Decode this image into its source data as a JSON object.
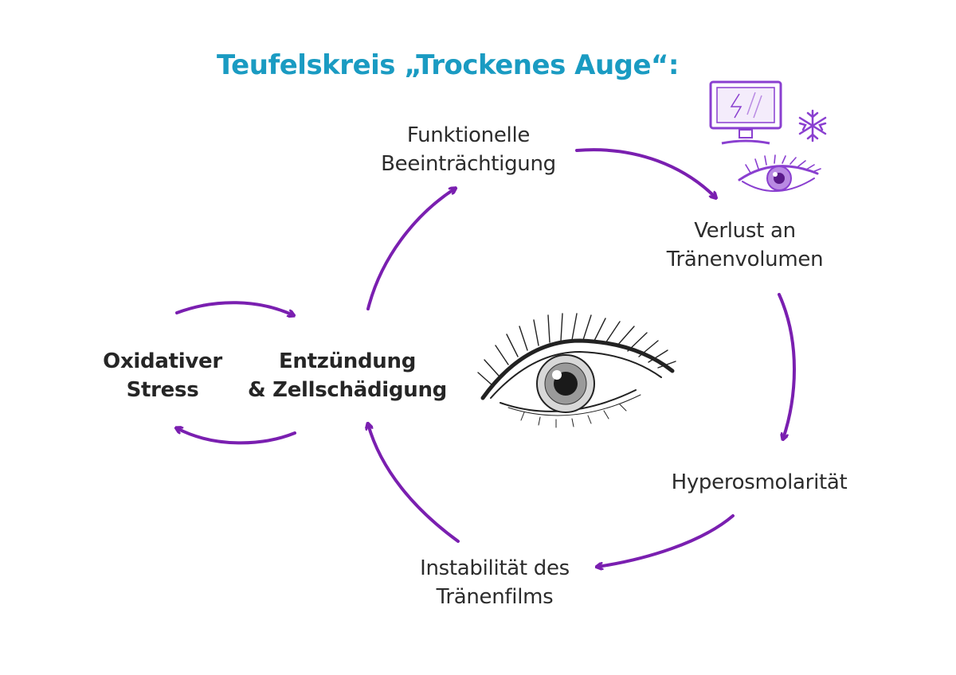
{
  "title": "Teufelskreis „Trockenes Auge“:",
  "colors": {
    "title": "#1a9bc2",
    "arrow": "#7a1fb0",
    "text": "#2c2c2c",
    "icon_purple": "#8a3fd0"
  },
  "nodes": {
    "funktionelle": {
      "line1": "Funktionelle",
      "line2": "Beeinträchtigung"
    },
    "verlust": {
      "line1": "Verlust an",
      "line2": "Tränenvolumen"
    },
    "hyperosmolaritaet": {
      "line1": "Hyperosmolarität"
    },
    "instabilitaet": {
      "line1": "Instabilität des",
      "line2": "Tränenfilms"
    },
    "entzuendung": {
      "line1": "Entzündung",
      "line2": "& Zellschädigung"
    },
    "oxidativer": {
      "line1": "Oxidativer",
      "line2": "Stress"
    }
  },
  "icons": {
    "monitor": "monitor-icon",
    "snowflake": "snowflake-icon",
    "small_eye": "eye-icon",
    "large_eye": "eye-illustration"
  }
}
